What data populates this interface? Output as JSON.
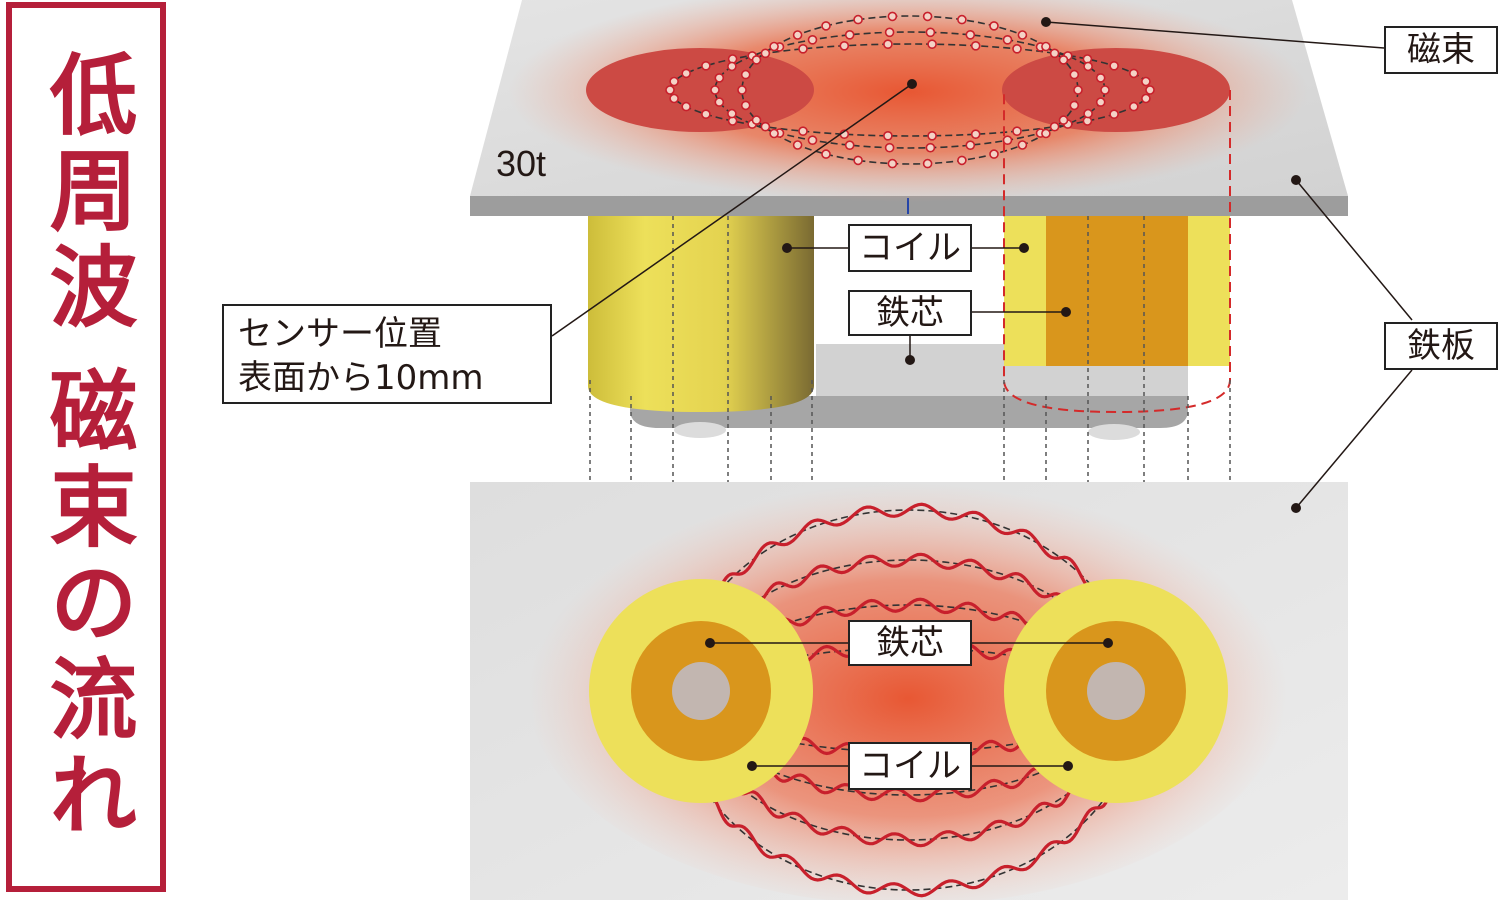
{
  "title": {
    "line1": "低周波",
    "line2": "磁束の流れ"
  },
  "plate_label": "30t",
  "labels": {
    "flux": "磁束",
    "coil_top": "コイル",
    "core_top": "鉄芯",
    "sensor_line1": "センサー位置",
    "sensor_line2": "表面から10mm",
    "iron_plate": "鉄板",
    "core_bottom": "鉄芯",
    "coil_bottom": "コイル"
  },
  "colors": {
    "title_red": "#b51f3a",
    "coil_yellow": "#ede05a",
    "core_orange": "#d9961c",
    "flux_red": "#c8202c",
    "glow": "#e8502a",
    "plate_grey": "#d7d7d7"
  }
}
